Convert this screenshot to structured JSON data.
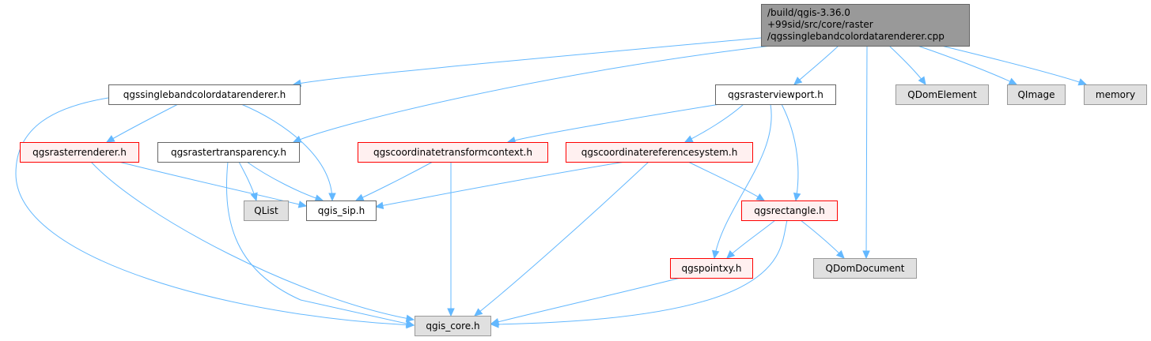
{
  "diagram": {
    "type": "include-dependency-graph",
    "colors": {
      "edge": "#63b8ff",
      "root_fill": "#999999",
      "root_border": "#666666",
      "documented_fill": "#ffffff",
      "documented_border": "#666666",
      "partial_fill": "#fff0f0",
      "partial_border": "#ff0000",
      "external_fill": "#e0e0e0",
      "external_border": "#999999"
    },
    "nodes": {
      "root": {
        "lines": [
          "/build/qgis-3.36.0",
          "+99sid/src/core/raster",
          "/qgssinglebandcolordatarenderer.cpp"
        ],
        "style": "root"
      },
      "sbcdr_h": {
        "lines": [
          "qgssinglebandcolordatarenderer.h"
        ],
        "style": "documented"
      },
      "rasterviewport_h": {
        "lines": [
          "qgsrasterviewport.h"
        ],
        "style": "documented"
      },
      "qdomelement": {
        "lines": [
          "QDomElement"
        ],
        "style": "external"
      },
      "qimage": {
        "lines": [
          "QImage"
        ],
        "style": "external"
      },
      "memory": {
        "lines": [
          "memory"
        ],
        "style": "external"
      },
      "rasterrenderer_h": {
        "lines": [
          "qgsrasterrenderer.h"
        ],
        "style": "partial"
      },
      "rastertransparency_h": {
        "lines": [
          "qgsrastertransparency.h"
        ],
        "style": "documented"
      },
      "coordtransformcontext_h": {
        "lines": [
          "qgscoordinatetransformcontext.h"
        ],
        "style": "partial"
      },
      "crs_h": {
        "lines": [
          "qgscoordinatereferencesystem.h"
        ],
        "style": "partial"
      },
      "qlist": {
        "lines": [
          "QList"
        ],
        "style": "external"
      },
      "qgis_sip_h": {
        "lines": [
          "qgis_sip.h"
        ],
        "style": "documented"
      },
      "rectangle_h": {
        "lines": [
          "qgsrectangle.h"
        ],
        "style": "partial"
      },
      "pointxy_h": {
        "lines": [
          "qgspointxy.h"
        ],
        "style": "partial"
      },
      "qdomdocument": {
        "lines": [
          "QDomDocument"
        ],
        "style": "external"
      },
      "qgis_core_h": {
        "lines": [
          "qgis_core.h"
        ],
        "style": "external"
      }
    },
    "edges": [
      [
        "root",
        "sbcdr_h"
      ],
      [
        "root",
        "rastertransparency_h"
      ],
      [
        "root",
        "rasterviewport_h"
      ],
      [
        "root",
        "qdomdocument"
      ],
      [
        "root",
        "qdomelement"
      ],
      [
        "root",
        "qimage"
      ],
      [
        "root",
        "memory"
      ],
      [
        "sbcdr_h",
        "qgis_core_h"
      ],
      [
        "sbcdr_h",
        "qgis_sip_h"
      ],
      [
        "sbcdr_h",
        "rasterrenderer_h"
      ],
      [
        "rasterrenderer_h",
        "qgis_core_h"
      ],
      [
        "rasterrenderer_h",
        "qgis_sip_h"
      ],
      [
        "rastertransparency_h",
        "qgis_core_h"
      ],
      [
        "rastertransparency_h",
        "qlist"
      ],
      [
        "rastertransparency_h",
        "qgis_sip_h"
      ],
      [
        "rasterviewport_h",
        "coordtransformcontext_h"
      ],
      [
        "rasterviewport_h",
        "crs_h"
      ],
      [
        "rasterviewport_h",
        "rectangle_h"
      ],
      [
        "rasterviewport_h",
        "pointxy_h"
      ],
      [
        "coordtransformcontext_h",
        "qgis_core_h"
      ],
      [
        "coordtransformcontext_h",
        "qgis_sip_h"
      ],
      [
        "crs_h",
        "qgis_core_h"
      ],
      [
        "crs_h",
        "qgis_sip_h"
      ],
      [
        "crs_h",
        "rectangle_h"
      ],
      [
        "rectangle_h",
        "qgis_core_h"
      ],
      [
        "rectangle_h",
        "pointxy_h"
      ],
      [
        "rectangle_h",
        "qdomdocument"
      ],
      [
        "pointxy_h",
        "qgis_core_h"
      ]
    ]
  }
}
